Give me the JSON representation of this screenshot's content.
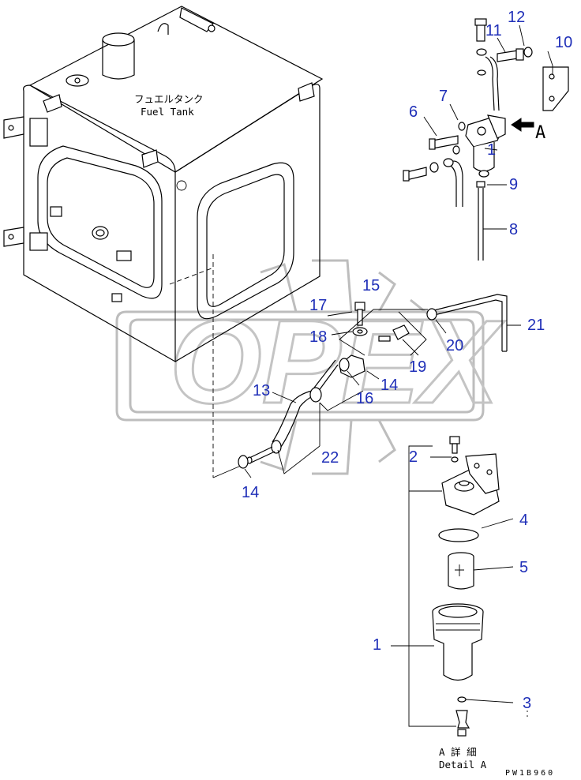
{
  "tank_label": {
    "jp": "フュエルタンク",
    "en": "Fuel Tank"
  },
  "view_marker": "A",
  "detail": {
    "jp": "A 詳 細",
    "en": "Detail A"
  },
  "watermark": "OPEX",
  "figure_code": "PW1B960",
  "callouts": {
    "n1_top": "1",
    "n1_detail": "1",
    "n2": "2",
    "n3": "3",
    "n4": "4",
    "n5": "5",
    "n6": "6",
    "n7": "7",
    "n8": "8",
    "n9": "9",
    "n10": "10",
    "n11": "11",
    "n12": "12",
    "n13": "13",
    "n14_a": "14",
    "n14_b": "14",
    "n15": "15",
    "n16": "16",
    "n17": "17",
    "n18": "18",
    "n19": "19",
    "n20": "20",
    "n21": "21",
    "n22": "22"
  }
}
